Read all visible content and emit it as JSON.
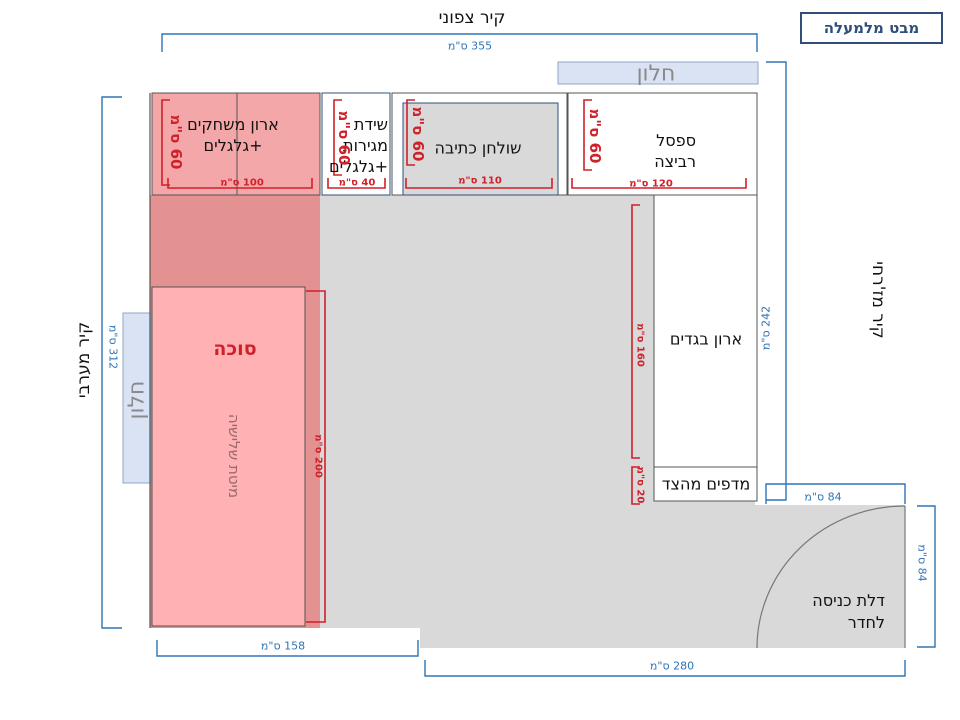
{
  "view_badge": "מבט מלמעלה",
  "walls": {
    "north": "קיר צפוני",
    "west": "קיר מערבי",
    "east": "קיר מז'רחי"
  },
  "windows": {
    "north": "חלון",
    "west": "חלון"
  },
  "furniture": {
    "toy_cabinet": {
      "label_line1": "ארון משחקים",
      "label_line2": "+גלגלים",
      "depth": "60 ס\"מ",
      "width": "100 ס\"מ"
    },
    "drawers": {
      "label_line1": "שידת",
      "label_line2": "מגירות",
      "label_line3": "+גלגלים",
      "depth": "60 ס\"מ",
      "width": "40 ס\"מ"
    },
    "desk": {
      "label": "שולחן כתיבה",
      "depth": "60 ס\"מ",
      "width": "110 ס\"מ"
    },
    "bench": {
      "label_line1": "ספסל",
      "label_line2": "רביצה",
      "depth": "60 ס\"מ",
      "width": "120 ס\"מ"
    },
    "closet": {
      "label": "ארון בגדים",
      "length": "160 ס\"מ"
    },
    "shelves": {
      "label": "מדפים מהצד",
      "length": "20 ס\"מ"
    },
    "loft": {
      "label": "סוכה",
      "sublabel": "מיטת שלישיה",
      "length": "200 ס\"מ"
    },
    "door": {
      "label_line1": "דלת כניסה",
      "label_line2": "לחדר"
    }
  },
  "dimensions": {
    "north_wall": "355 ס\"מ",
    "west_wall": "312 ס\"מ",
    "east_wall": "242 ס\"מ",
    "bottom_left": "158 ס\"מ",
    "bottom_right": "280 ס\"מ",
    "door_width": "84 ס\"מ",
    "door_depth": "84 ס\"מ"
  }
}
